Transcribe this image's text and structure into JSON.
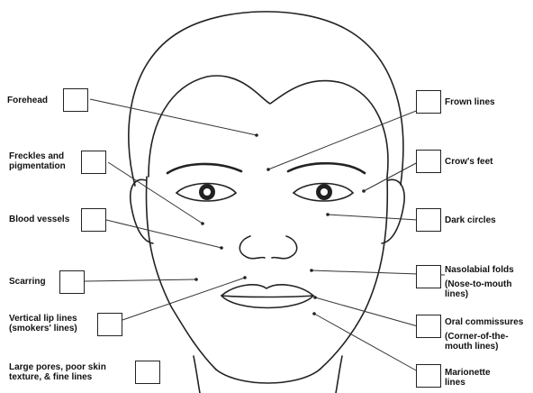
{
  "left_items": [
    {
      "id": "forehead",
      "label": "Forehead"
    },
    {
      "id": "freckles",
      "label": "Freckles and\npigmentation"
    },
    {
      "id": "blood-vessels",
      "label": "Blood vessels"
    },
    {
      "id": "scarring",
      "label": "Scarring"
    },
    {
      "id": "vertical-lip-lines",
      "label": "Vertical lip lines\n(smokers' lines)"
    },
    {
      "id": "large-pores",
      "label": "Large pores, poor skin\ntexture, & fine lines"
    }
  ],
  "right_items": [
    {
      "id": "frown-lines",
      "label": "Frown lines"
    },
    {
      "id": "crows-feet",
      "label": "Crow's feet"
    },
    {
      "id": "dark-circles",
      "label": "Dark circles"
    },
    {
      "id": "nasolabial-folds",
      "label": "Nasolabial folds"
    },
    {
      "id": "nasolabial-sub",
      "label": "(Nose-to-mouth\nlines)"
    },
    {
      "id": "oral-commissures",
      "label": "Oral commissures"
    },
    {
      "id": "oral-sub",
      "label": "(Corner-of-the-\nmouth lines)"
    },
    {
      "id": "marionette",
      "label": "Marionette\nlines"
    }
  ],
  "colors": {
    "ink": "#111111",
    "line": "#333333"
  }
}
